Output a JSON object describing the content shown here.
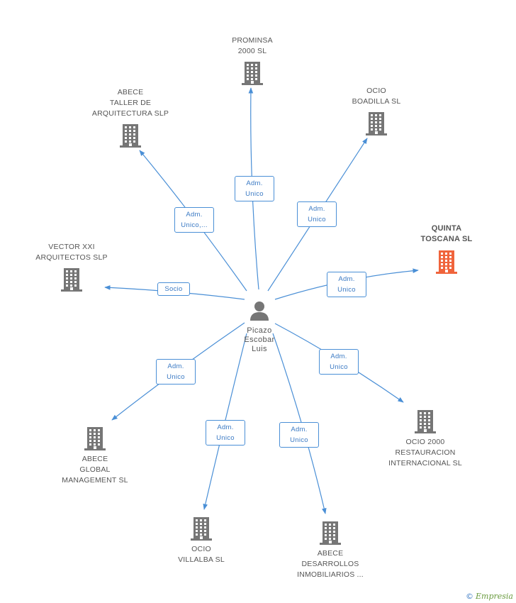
{
  "colors": {
    "company": "#767676",
    "focus": "#f0643c",
    "edge": "#4a8fd6",
    "person": "#767676"
  },
  "person": {
    "name_lines": [
      "Picazo",
      "Escobar",
      "Luis"
    ],
    "icon": "person-icon"
  },
  "companies": [
    {
      "id": "prominsa",
      "lines": [
        "PROMINSA",
        "2000 SL"
      ],
      "focus": false
    },
    {
      "id": "abece-taller",
      "lines": [
        "ABECE",
        "TALLER DE",
        "ARQUITECTURA SLP"
      ],
      "focus": false
    },
    {
      "id": "ocio-boadilla",
      "lines": [
        "OCIO",
        "BOADILLA SL"
      ],
      "focus": false
    },
    {
      "id": "quinta-toscana",
      "lines": [
        "QUINTA",
        "TOSCANA SL"
      ],
      "focus": true
    },
    {
      "id": "vector-xxi",
      "lines": [
        "VECTOR XXI",
        "ARQUITECTOS SLP"
      ],
      "focus": false
    },
    {
      "id": "ocio-2000",
      "lines": [
        "OCIO 2000",
        "RESTAURACION",
        "INTERNACIONAL SL"
      ],
      "focus": false
    },
    {
      "id": "abece-global",
      "lines": [
        "ABECE",
        "GLOBAL",
        "MANAGEMENT SL"
      ],
      "focus": false
    },
    {
      "id": "ocio-villalba",
      "lines": [
        "OCIO",
        "VILLALBA  SL"
      ],
      "focus": false
    },
    {
      "id": "abece-desarrollos",
      "lines": [
        "ABECE",
        "DESARROLLOS",
        "INMOBILIARIOS ..."
      ],
      "focus": false
    }
  ],
  "relations": [
    {
      "target": "prominsa",
      "role_lines": [
        "Adm.",
        "Unico"
      ]
    },
    {
      "target": "abece-taller",
      "role_lines": [
        "Adm.",
        "Unico,..."
      ]
    },
    {
      "target": "ocio-boadilla",
      "role_lines": [
        "Adm.",
        "Unico"
      ]
    },
    {
      "target": "quinta-toscana",
      "role_lines": [
        "Adm.",
        "Unico"
      ]
    },
    {
      "target": "vector-xxi",
      "role_lines": [
        "Socio"
      ]
    },
    {
      "target": "ocio-2000",
      "role_lines": [
        "Adm.",
        "Unico"
      ]
    },
    {
      "target": "abece-global",
      "role_lines": [
        "Adm.",
        "Unico"
      ]
    },
    {
      "target": "ocio-villalba",
      "role_lines": [
        "Adm.",
        "Unico"
      ]
    },
    {
      "target": "abece-desarrollos",
      "role_lines": [
        "Adm.",
        "Unico"
      ]
    }
  ],
  "credit": {
    "symbol": "©",
    "brand": "Empresia"
  }
}
